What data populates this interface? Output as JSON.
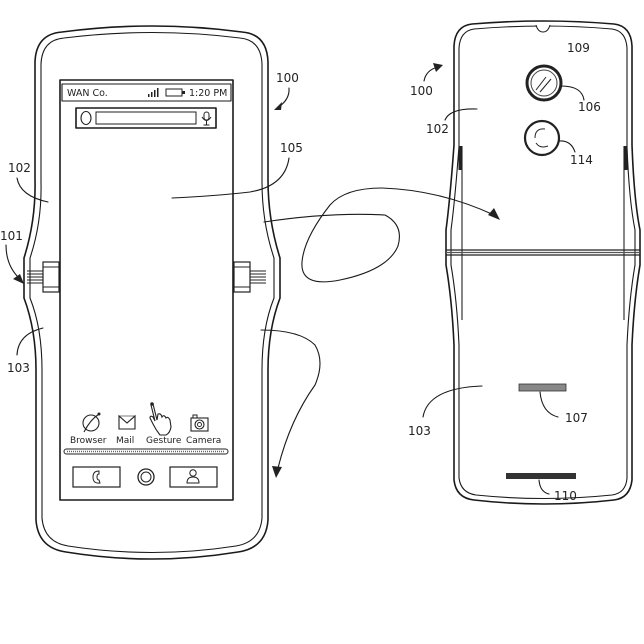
{
  "figure": {
    "type": "patent-drawing",
    "subject": "foldable flip phone, front (open) and rear (open) views"
  },
  "front_view": {
    "status_bar": {
      "carrier": "WAN Co.",
      "signal_icon": "signal-bars-icon",
      "battery_icon": "battery-icon",
      "time": "1:20 PM"
    },
    "search_bar": {
      "left_icon": "circle-icon",
      "right_icon": "microphone-icon"
    },
    "apps": [
      {
        "label": "Browser",
        "icon": "browser-globe-icon"
      },
      {
        "label": "Mail",
        "icon": "mail-envelope-icon"
      },
      {
        "label": "Gesture",
        "icon": "hand-gesture-icon"
      },
      {
        "label": "Camera",
        "icon": "camera-icon"
      }
    ],
    "dock": [
      {
        "icon": "phone-icon"
      },
      {
        "icon": "home-circle-icon"
      },
      {
        "icon": "contact-person-icon"
      }
    ]
  },
  "reference_numerals": {
    "device_front": "100",
    "device_rear": "100",
    "hinge": "101",
    "upper_housing_front": "102",
    "lower_housing_front": "103",
    "display": "105",
    "upper_housing_rear": "102",
    "lower_housing_rear": "103",
    "camera": "106",
    "flash": "114",
    "speaker": "107",
    "top_edge": "109",
    "bottom_port": "110"
  }
}
